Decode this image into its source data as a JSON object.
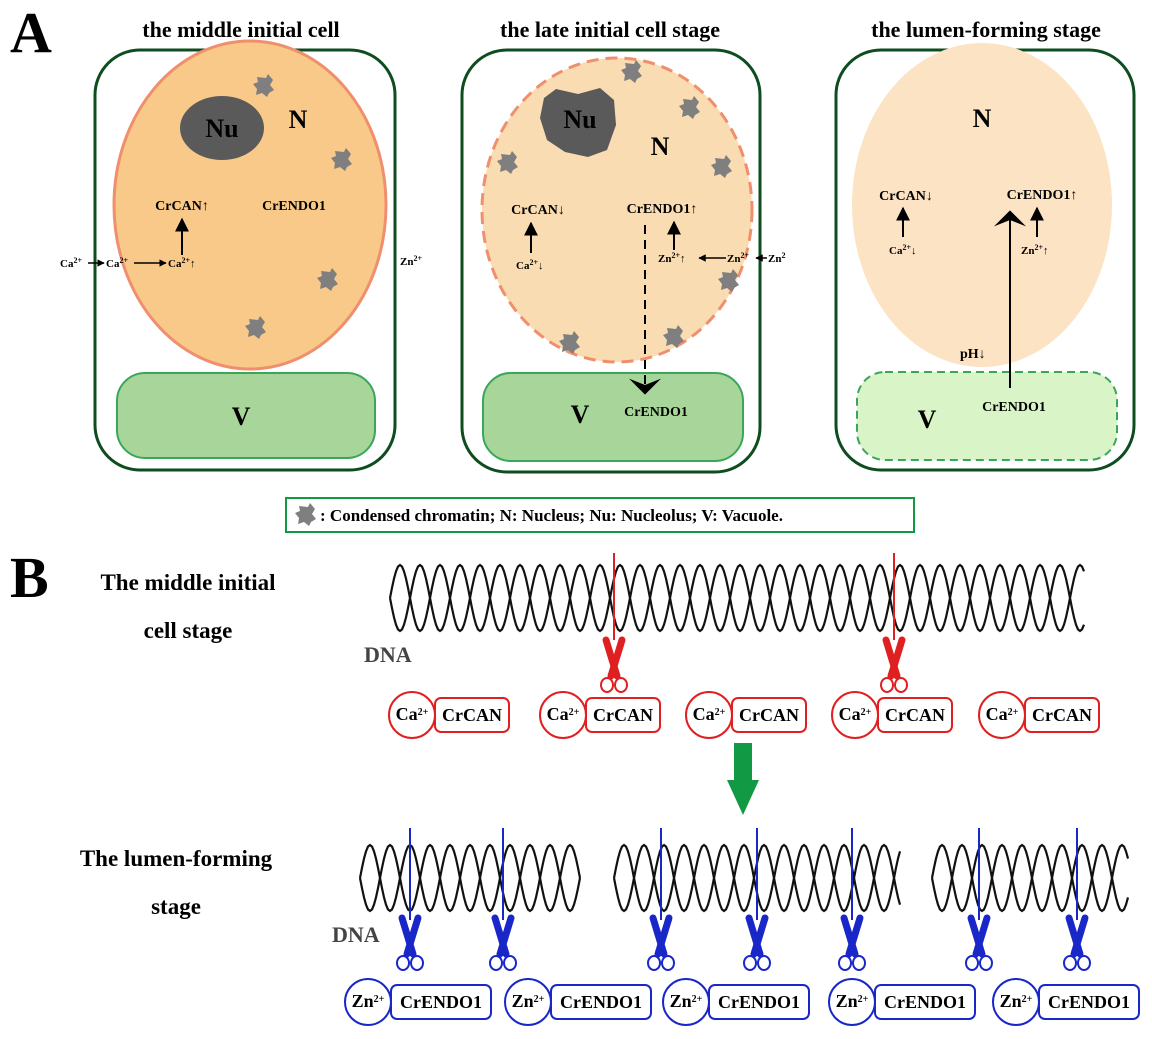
{
  "panelA": {
    "label": "A",
    "legend": ": Condensed chromatin; N: Nucleus; Nu: Nucleolus; V: Vacuole.",
    "cell1": {
      "title": "the middle initial cell",
      "nu": "Nu",
      "n": "N",
      "v": "V",
      "crcan": "CrCAN↑",
      "crendo": "CrENDO1",
      "ca1": "Ca",
      "ca2": "Ca",
      "ca3": "Ca",
      "ca3_arrow": "↑",
      "zn": "Zn",
      "sup": "2+"
    },
    "cell2": {
      "title": "the late initial cell stage",
      "nu": "Nu",
      "n": "N",
      "v": "V",
      "crcan": "CrCAN↓",
      "crendo": "CrENDO1↑",
      "ca": "Ca",
      "ca_arrow": "↓",
      "zn1": "Zn",
      "zn1_arrow": "↑",
      "zn2": "Zn",
      "zn3": "Zn",
      "sup": "2+",
      "sup_short": "2",
      "vac_crendo": "CrENDO1"
    },
    "cell3": {
      "title": "the lumen-forming stage",
      "n": "N",
      "v": "V",
      "crcan": "CrCAN↓",
      "crendo": "CrENDO1↑",
      "ca": "Ca",
      "ca_arrow": "↓",
      "zn": "Zn",
      "zn_arrow": "↑",
      "sup": "2+",
      "ph": "pH↓",
      "vac_crendo": "CrENDO1"
    }
  },
  "panelB": {
    "label": "B",
    "stage1": [
      "The middle initial",
      "cell stage"
    ],
    "stage2": [
      "The lumen-forming",
      "stage"
    ],
    "dna1": "DNA",
    "dna2": "DNA",
    "ca_complexes": [
      {
        "ion": "Ca",
        "sup": "2+",
        "enzyme": "CrCAN"
      },
      {
        "ion": "Ca",
        "sup": "2+",
        "enzyme": "CrCAN"
      },
      {
        "ion": "Ca",
        "sup": "2+",
        "enzyme": "CrCAN"
      },
      {
        "ion": "Ca",
        "sup": "2+",
        "enzyme": "CrCAN"
      },
      {
        "ion": "Ca",
        "sup": "2+",
        "enzyme": "CrCAN"
      }
    ],
    "zn_complexes": [
      {
        "ion": "Zn",
        "sup": "2+",
        "enzyme": "CrENDO1"
      },
      {
        "ion": "Zn",
        "sup": "2+",
        "enzyme": "CrENDO1"
      },
      {
        "ion": "Zn",
        "sup": "2+",
        "enzyme": "CrENDO1"
      },
      {
        "ion": "Zn",
        "sup": "2+",
        "enzyme": "CrENDO1"
      },
      {
        "ion": "Zn",
        "sup": "2+",
        "enzyme": "CrENDO1"
      }
    ]
  },
  "colors": {
    "cell_wall": "#0e4d1f",
    "nucleus1": "#f9c98a",
    "nucleus_border": "#f08f6e",
    "nucleus2": "#fadcb3",
    "nucleus3": "#fbe3c4",
    "vacuole": "#a8d69a",
    "vacuole_border": "#3aa65a",
    "vacuole3": "#d9f5c7",
    "nucleolus": "#5a5a5a",
    "chromatin": "#7f7f7f",
    "ca_red": "#e02020",
    "zn_blue": "#1a27c8",
    "green_arrow": "#119944"
  }
}
